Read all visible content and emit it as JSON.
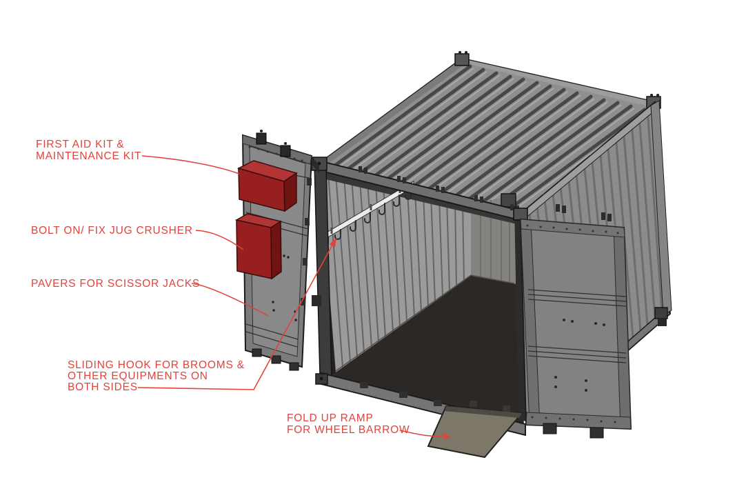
{
  "callouts": {
    "first_aid_kit": {
      "line1": "FIRST AID KIT &",
      "line2": "MAINTENANCE KIT"
    },
    "jug_crusher": {
      "line1": "BOLT ON/ FIX JUG CRUSHER"
    },
    "pavers": {
      "line1": "PAVERS FOR SCISSOR JACKS"
    },
    "sliding_hook": {
      "line1": "SLIDING HOOK FOR BROOMS &",
      "line2": "OTHER EQUIPMENTS ON",
      "line3": "BOTH SIDES"
    },
    "fold_up_ramp": {
      "line1": "FOLD UP RAMP",
      "line2": "FOR WHEEL BARROW"
    }
  },
  "colors": {
    "background": "#ffffff",
    "annotation_red": "#e2423a",
    "box_red_front": "#971f1f",
    "box_red_top": "#b23535",
    "box_red_side": "#701313",
    "container_gray": "#8f8f8f",
    "wall_gray": "#8c8c8c",
    "interior_wall_gray": "#9b9b9b",
    "back_wall_gray": "#858380",
    "door_gray": "#828282",
    "left_door_gray": "#7c7c7c",
    "floor_dark": "#2c2826",
    "ramp_gray": "#7c7769",
    "rail_white": "#ededed",
    "outline_dark": "#1c1c1c"
  }
}
